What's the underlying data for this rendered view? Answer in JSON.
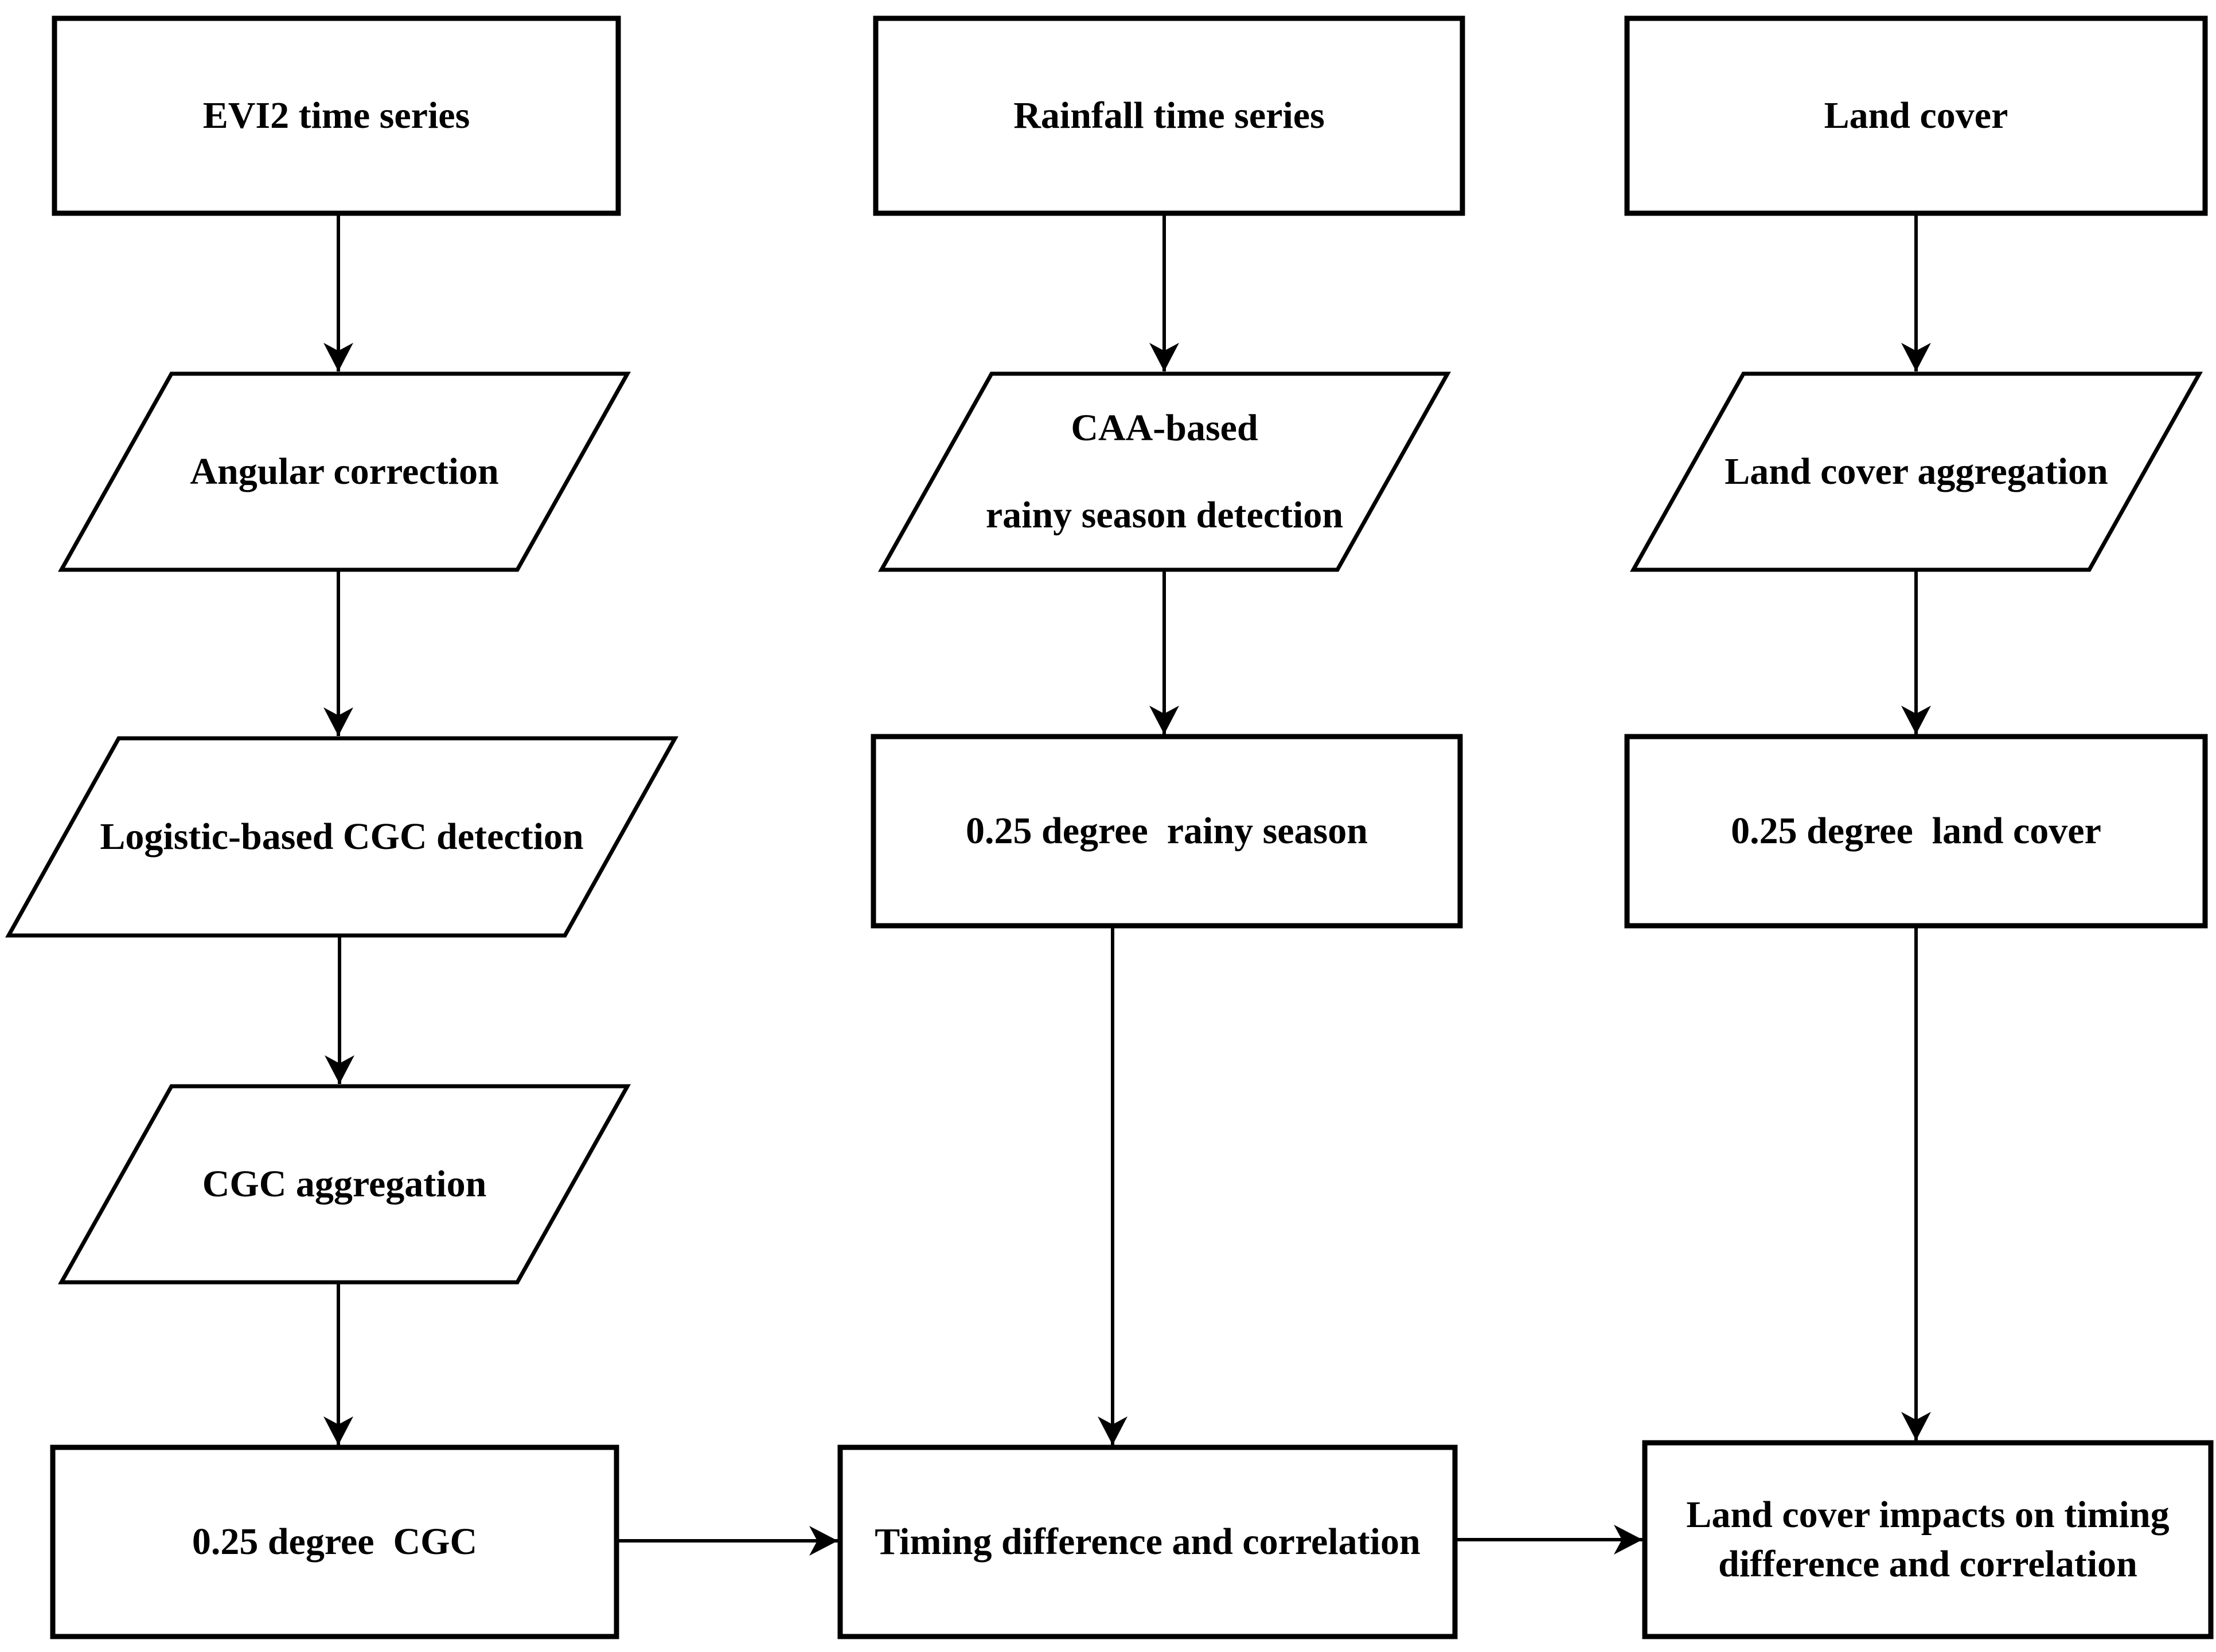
{
  "diagram": {
    "type": "flowchart",
    "colors": {
      "background": "#ffffff",
      "shape_fill": "#ffffff",
      "stroke": "#000000",
      "text": "#000000"
    },
    "nodes": {
      "evi2": {
        "label": "EVI2 time series",
        "shape": "rectangle"
      },
      "angular_correction": {
        "label": "Angular correction",
        "shape": "parallelogram"
      },
      "logistic_cgc": {
        "label": "Logistic-based CGC detection",
        "shape": "parallelogram"
      },
      "cgc_aggregation": {
        "label": "CGC aggregation",
        "shape": "parallelogram"
      },
      "cgc_grid": {
        "label": "0.25 degree  CGC",
        "shape": "rectangle"
      },
      "rainfall": {
        "label": "Rainfall time series",
        "shape": "rectangle"
      },
      "caa_detection": {
        "label_line1": "CAA-based",
        "label_line2": "rainy season detection",
        "shape": "parallelogram"
      },
      "rainy_grid": {
        "label": "0.25 degree  rainy season",
        "shape": "rectangle"
      },
      "timing": {
        "label": "Timing difference and correlation",
        "shape": "rectangle"
      },
      "land_cover": {
        "label": "Land cover",
        "shape": "rectangle"
      },
      "lc_aggregation": {
        "label": "Land cover aggregation",
        "shape": "parallelogram"
      },
      "lc_grid": {
        "label": "0.25 degree  land cover",
        "shape": "rectangle"
      },
      "lc_impacts": {
        "label_line1": "Land cover impacts on timing",
        "label_line2": "difference and correlation",
        "shape": "rectangle"
      }
    },
    "edges": [
      {
        "from": "evi2",
        "to": "angular_correction"
      },
      {
        "from": "angular_correction",
        "to": "logistic_cgc"
      },
      {
        "from": "logistic_cgc",
        "to": "cgc_aggregation"
      },
      {
        "from": "cgc_aggregation",
        "to": "cgc_grid"
      },
      {
        "from": "rainfall",
        "to": "caa_detection"
      },
      {
        "from": "caa_detection",
        "to": "rainy_grid"
      },
      {
        "from": "rainy_grid",
        "to": "timing"
      },
      {
        "from": "land_cover",
        "to": "lc_aggregation"
      },
      {
        "from": "lc_aggregation",
        "to": "lc_grid"
      },
      {
        "from": "lc_grid",
        "to": "lc_impacts"
      },
      {
        "from": "cgc_grid",
        "to": "timing"
      },
      {
        "from": "timing",
        "to": "lc_impacts"
      }
    ]
  }
}
